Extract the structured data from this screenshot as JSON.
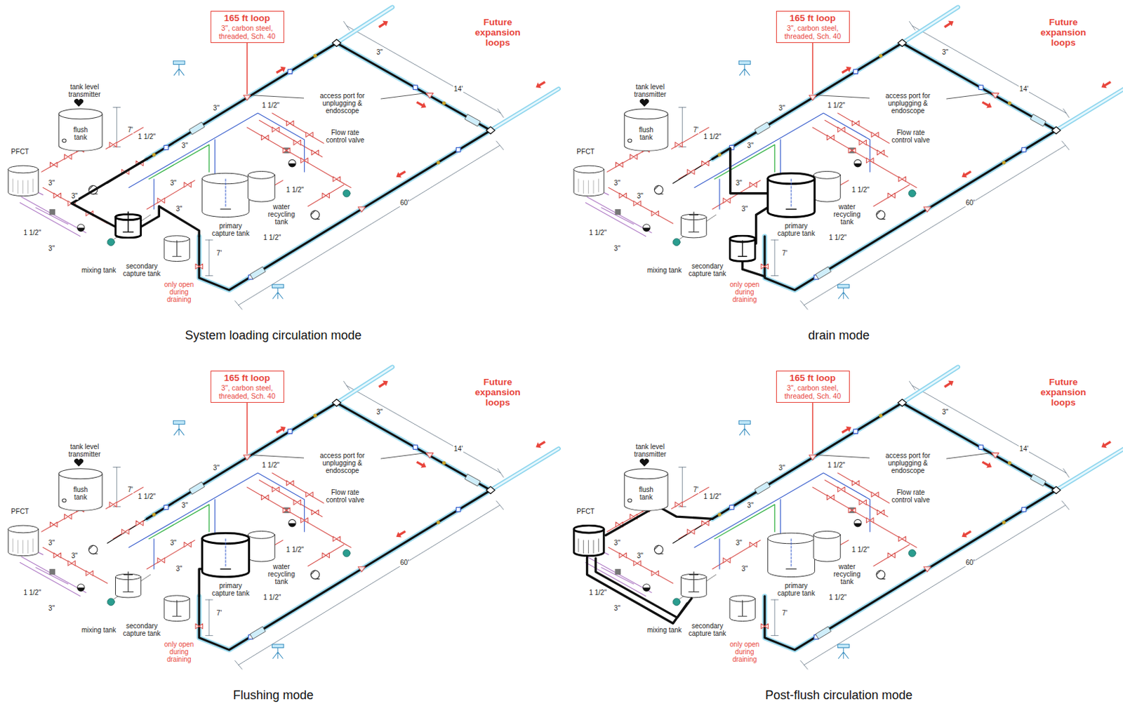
{
  "diagram": {
    "nodes": [
      {
        "text": [
          "165 ft loop",
          "3\", carbon steel, threaded, Sch. 40"
        ]
      },
      {
        "text": [
          "flush tank"
        ]
      },
      {
        "text": [
          "165 ft loop",
          "3\", carbon steel, threaded, Sch. 40"
        ]
      },
      {
        "text": [
          "flush tank"
        ]
      },
      {
        "text": [
          "165 ft loop",
          "3\", carbon steel, threaded, Sch. 40"
        ]
      },
      {
        "text": [
          "flush tank"
        ]
      },
      {
        "text": [
          "165 ft loop",
          "3\", carbon steel, threaded, Sch. 40"
        ]
      },
      {
        "text": [
          "flush tank"
        ]
      }
    ],
    "labels": [
      "Future expansion loops",
      "3\"",
      "14'",
      "tank level transmitter",
      "access port for unplugging & endoscope",
      "3\"",
      "1 1/2\"",
      "7'",
      "1 1/2\"",
      "Flow rate control valve",
      "PFCT",
      "3\"",
      "3\"",
      "3\"",
      "1 1/2\"",
      "3\"",
      "60'",
      "water recycling tank",
      "3\"",
      "primary capture tank",
      "1 1/2\"",
      "1 1/2\"",
      "3\"",
      "7'",
      "mixing tank",
      "secondary capture tank",
      "only open during draining",
      "Future expansion loops",
      "3\"",
      "14'",
      "tank level transmitter",
      "access port for unplugging & endoscope",
      "3\"",
      "1 1/2\"",
      "7'",
      "1 1/2\"",
      "Flow rate control valve",
      "PFCT",
      "3\"",
      "3\"",
      "3\"",
      "1 1/2\"",
      "3\"",
      "60'",
      "water recycling tank",
      "3\"",
      "primary capture tank",
      "1 1/2\"",
      "1 1/2\"",
      "3\"",
      "7'",
      "mixing tank",
      "secondary capture tank",
      "only open during draining",
      "Future expansion loops",
      "3\"",
      "14'",
      "tank level transmitter",
      "access port for unplugging & endoscope",
      "3\"",
      "1 1/2\"",
      "7'",
      "1 1/2\"",
      "Flow rate control valve",
      "PFCT",
      "3\"",
      "3\"",
      "3\"",
      "1 1/2\"",
      "3\"",
      "60'",
      "water recycling tank",
      "3\"",
      "primary capture tank",
      "1 1/2\"",
      "1 1/2\"",
      "3\"",
      "7'",
      "mixing tank",
      "secondary capture tank",
      "only open during draining",
      "Future expansion loops",
      "3\"",
      "14'",
      "tank level transmitter",
      "access port for unplugging & endoscope",
      "3\"",
      "1 1/2\"",
      "7'",
      "1 1/2\"",
      "Flow rate control valve",
      "PFCT",
      "3\"",
      "3\"",
      "3\"",
      "1 1/2\"",
      "3\"",
      "60'",
      "water recycling tank",
      "3\"",
      "primary capture tank",
      "1 1/2\"",
      "1 1/2\"",
      "3\"",
      "7'",
      "mixing tank",
      "secondary capture tank",
      "only open during draining",
      "System loading circulation mode",
      "drain mode",
      "Flushing mode",
      "Post-flush circulation mode"
    ]
  }
}
